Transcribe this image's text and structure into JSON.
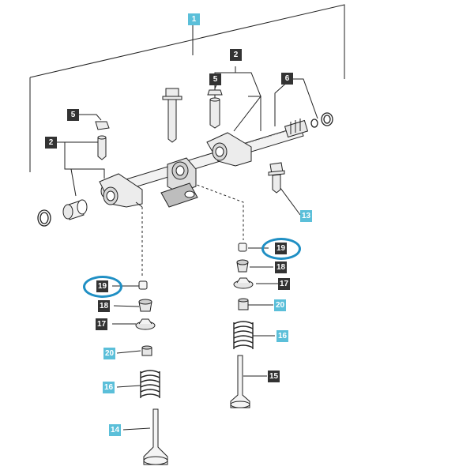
{
  "colors": {
    "dark_label": "#333333",
    "light_label": "#5bbfd9",
    "highlight_ring": "#1f8fc4",
    "line": "#222222"
  },
  "callouts": {
    "c1": "1",
    "c2a": "2",
    "c2b": "2",
    "c5a": "5",
    "c5b": "5",
    "c6": "6",
    "c13": "13",
    "c19a": "19",
    "c19b": "19",
    "c18a": "18",
    "c18b": "18",
    "c17a": "17",
    "c17b": "17",
    "c20a": "20",
    "c20b": "20",
    "c16a": "16",
    "c16b": "16",
    "c14": "14",
    "c15": "15"
  }
}
